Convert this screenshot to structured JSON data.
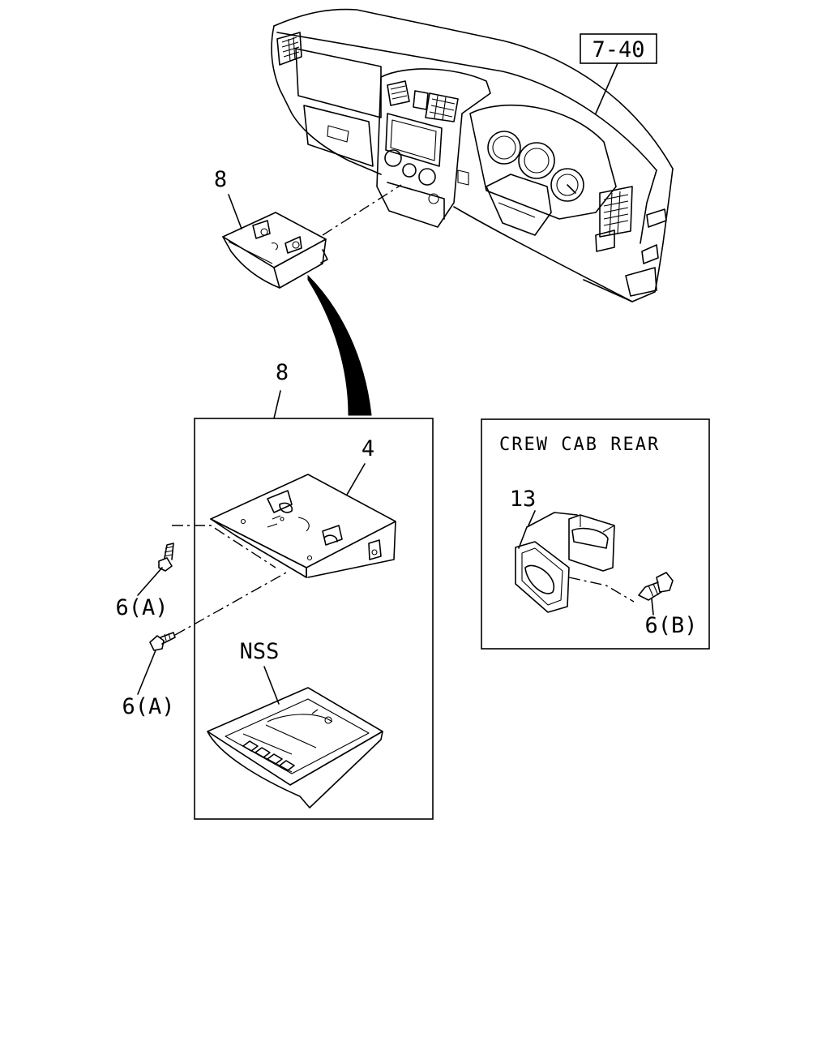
{
  "labels": {
    "ref_main": "7-40",
    "part_8_top": "8",
    "part_8_box": "8",
    "part_4": "4",
    "part_6a_upper": "6(A)",
    "part_6a_lower": "6(A)",
    "part_nss": "NSS",
    "part_13": "13",
    "part_6b": "6(B)",
    "inset_title": "CREW CAB REAR"
  }
}
